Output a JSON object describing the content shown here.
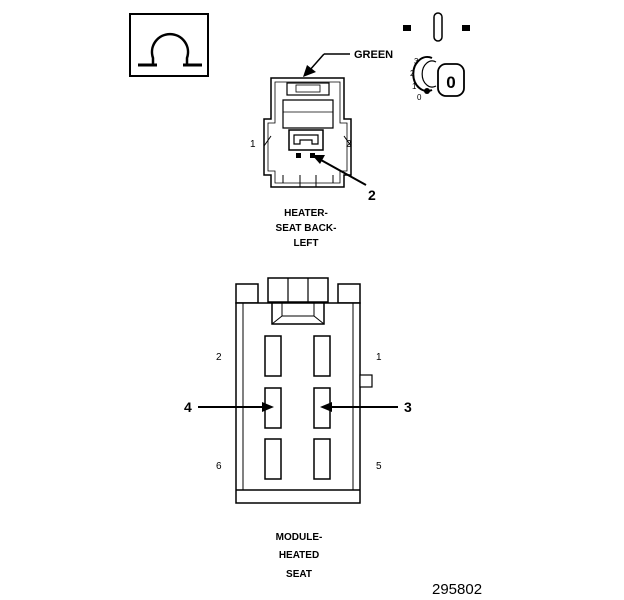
{
  "symbol": {
    "icon": "ohm-icon"
  },
  "ignition": {
    "icon": "ignition-key-icon",
    "key_label": "0",
    "position_labels": [
      "3",
      "2",
      "1",
      "0"
    ]
  },
  "connector_top": {
    "color_callout": "GREEN",
    "pin_left": "1",
    "pin_right": "2",
    "callout_number": "2",
    "caption_lines": [
      "HEATER-",
      "SEAT BACK-",
      "LEFT"
    ]
  },
  "connector_bottom": {
    "pin_top_left": "2",
    "pin_top_right": "1",
    "pin_bottom_left": "6",
    "pin_bottom_right": "5",
    "callout_left": "4",
    "callout_right": "3",
    "caption_lines": [
      "MODULE-",
      "HEATED",
      "SEAT"
    ]
  },
  "figure_number": "295802"
}
